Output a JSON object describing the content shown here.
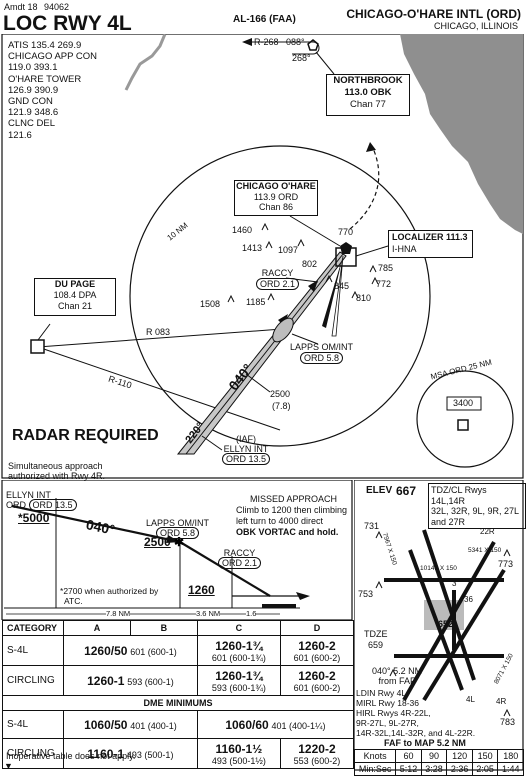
{
  "header": {
    "amendment": "Amdt 18",
    "date_code": "94062",
    "procedure_title": "LOC RWY 4L",
    "chart_id": "AL-166 (FAA)",
    "airport_name": "CHICAGO-O'HARE INTL (ORD)",
    "city": "CHICAGO, ILLINOIS"
  },
  "comms": [
    "ATIS 135.4 269.9",
    "CHICAGO APP CON",
    "119.0 393.1",
    "O'HARE TOWER",
    "126.9 390.9",
    "GND CON",
    "121.9 348.6",
    "CLNC DEL",
    "121.6"
  ],
  "navaids": {
    "northbrook": {
      "name": "NORTHBROOK",
      "freq": "113.0 OBK",
      "chan": "Chan 77"
    },
    "ohare": {
      "name": "CHICAGO O'HARE",
      "freq": "113.9 ORD",
      "chan": "Chan 86"
    },
    "localizer": {
      "name": "LOCALIZER",
      "freq": "111.3",
      "ident": "I-HNA"
    },
    "dupage": {
      "name": "DU PAGE",
      "freq": "108.4 DPA",
      "chan": "Chan 21"
    }
  },
  "plan": {
    "r268": "R-268",
    "bearing088": "088°",
    "bearing268": "268°",
    "ten_nm": "10 NM",
    "r083": "R 083",
    "r110": "R-110",
    "raccy_name": "RACCY",
    "raccy_dme": "ORD 2.1",
    "lapps_name": "LAPPS OM/INT",
    "lapps_dme": "ORD 5.8",
    "course": "040°",
    "back_course": "220°",
    "iaf": "(IAF)",
    "ellyn_name": "ELLYN INT",
    "ellyn_dme": "ORD 13.5",
    "alt_2500": "2500",
    "dist_7_8": "(7.8)",
    "msa_label": "MSA ORD 25 NM",
    "msa_alt": "3400",
    "radar_required": "RADAR REQUIRED",
    "simul_note_1": "Simultaneous approach",
    "simul_note_2": "authorized with Rwy 4R.",
    "obstacles": [
      "1460",
      "1413",
      "1097",
      "770",
      "802",
      "845",
      "785",
      "772",
      "810",
      "1508",
      "1185"
    ]
  },
  "profile": {
    "ellyn_name": "ELLYN INT",
    "ellyn_dme": "ORD 13.5",
    "alt_5000": "5000",
    "course": "040°",
    "lapps_name": "LAPPS OM/INT",
    "lapps_dme": "ORD 5.8",
    "alt_2500": "2500",
    "raccy_name": "RACCY",
    "raccy_dme": "ORD 2.1",
    "alt_1260": "1260",
    "missed_title": "MISSED APPROACH",
    "missed_1": "Climb to 1200 then climbing",
    "missed_2": "left turn to 4000 direct",
    "missed_3": "OBK VORTAC and hold.",
    "note_2700_1": "2700 when authorized by",
    "note_2700_2": "ATC.",
    "dist_7_8": "7.8 NM",
    "dist_3_6": "3.6 NM",
    "dist_1_6": "1.6"
  },
  "minimums": {
    "headers": [
      "CATEGORY",
      "A",
      "B",
      "C",
      "D"
    ],
    "s4l": {
      "label": "S-4L",
      "ab_main": "1260/50",
      "ab_sub": "601 (600-1)",
      "c_main": "1260-1¾",
      "c_sub": "601 (600-1¾)",
      "d_main": "1260-2",
      "d_sub": "601 (600-2)"
    },
    "circling": {
      "label": "CIRCLING",
      "ab_main": "1260-1",
      "ab_sub": "593 (600-1)",
      "c_main": "1260-1¾",
      "c_sub": "593 (600-1¾)",
      "d_main": "1260-2",
      "d_sub": "601 (600-2)"
    },
    "dme_title": "DME MINIMUMS",
    "dme_s4l": {
      "label": "S-4L",
      "ab_main": "1060/50",
      "ab_sub": "401 (400-1)",
      "cd_main": "1060/60",
      "cd_sub": "401 (400-1¼)"
    },
    "dme_circling": {
      "label": "CIRCLING",
      "ab_main": "1160-1",
      "ab_sub": "493 (500-1)",
      "c_main": "1160-1½",
      "c_sub": "493 (500-1½)",
      "d_main": "1220-2",
      "d_sub": "553 (600-2)"
    },
    "inoperative_note": "Inoperative table does not apply."
  },
  "airport": {
    "elev_label": "ELEV",
    "elev_value": "667",
    "tdz_note_1": "TDZ/CL Rwys 14L,14R",
    "tdz_note_2": "32L, 32R, 9L, 9R, 27L",
    "tdz_note_3": "and 27R",
    "tdze_label": "TDZE",
    "tdze_value": "659",
    "field_elev": "652",
    "fix_note_1": "040° 5.2 NM",
    "fix_note_2": "from FAF",
    "lighting_1": "LDIN Rwy 4L",
    "lighting_2": "MIRL Rwy 18-36",
    "lighting_3": "HIRL Rwys 4R-22L,",
    "lighting_4": "9R-27L, 9L-27R,",
    "lighting_5": "14R-32L,14L-32R, and 4L-22R.",
    "labels": [
      "731",
      "22R",
      "773",
      "753",
      "4R",
      "4L",
      "783",
      "5341 X 150",
      "7967 X 150",
      "10141 X 150",
      "8071 X 150",
      "3",
      "36"
    ],
    "faf_title": "FAF to MAP 5.2 NM",
    "knots_label": "Knots",
    "speeds": [
      "60",
      "90",
      "120",
      "150",
      "180"
    ],
    "time_label": "Min:Sec",
    "times": [
      "5:12",
      "3:28",
      "2:36",
      "2:05",
      "1:44"
    ]
  }
}
